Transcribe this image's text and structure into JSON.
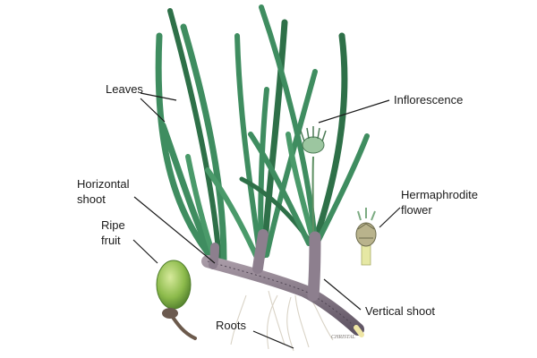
{
  "labels": {
    "leaves": "Leaves",
    "inflorescence": "Inflorescence",
    "horizontal_shoot_1": "Horizontal",
    "horizontal_shoot_2": "shoot",
    "hermaphrodite_flower_1": "Hermaphrodite",
    "hermaphrodite_flower_2": "flower",
    "ripe_fruit_1": "Ripe",
    "ripe_fruit_2": "fruit",
    "vertical_shoot": "Vertical shoot",
    "roots": "Roots"
  },
  "signature": "CHRISTAL",
  "colors": {
    "leaf": "#3f8d60",
    "leaf_dark": "#2e7048",
    "rhizome": "#8d7f8e",
    "rhizome_dark": "#5f5463",
    "fruit": "#8dbb4c",
    "fruit_light": "#c9e08a",
    "stalk": "#6c5a4c"
  }
}
